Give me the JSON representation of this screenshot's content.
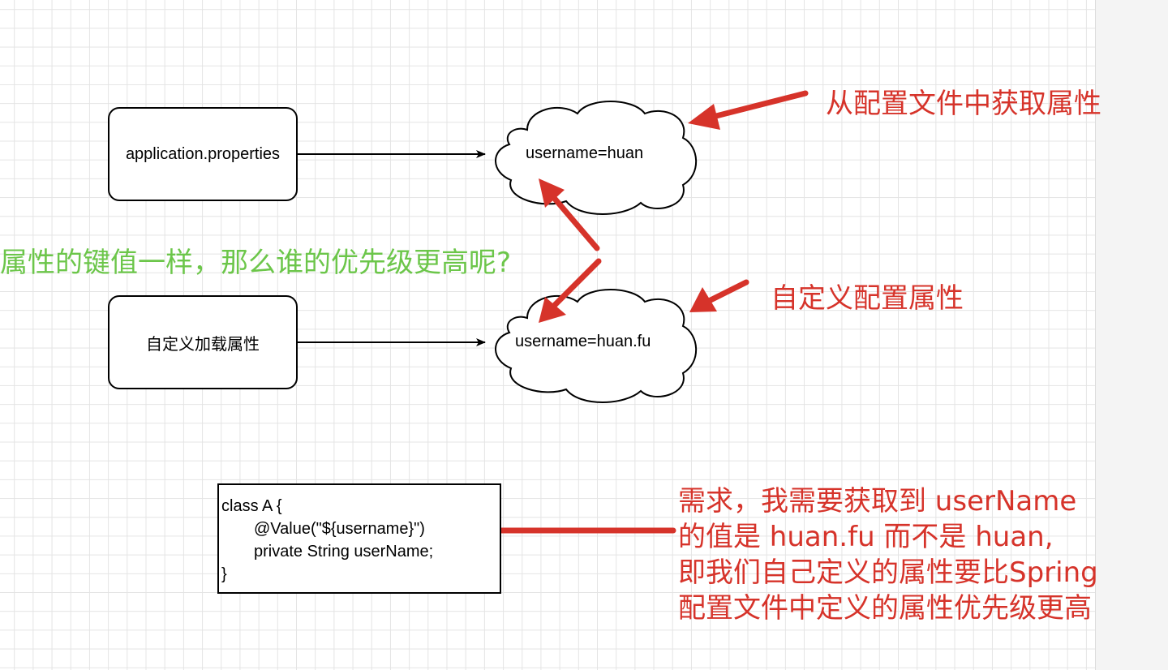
{
  "diagram": {
    "nodes": {
      "application_properties": "application.properties",
      "custom_loaded_properties": "自定义加载属性",
      "cloud_default": "username=huan",
      "cloud_custom": "username=huan.fu"
    },
    "code_block": {
      "lines": [
        "class A {",
        "@Value(\"${username}\")",
        "private String userName;",
        "}"
      ]
    },
    "annotations": {
      "get_from_config": "从配置文件中获取属性",
      "custom_config": "自定义配置属性",
      "question": "属性的键值一样，那么谁的优先级更高呢?",
      "requirement_lines": [
        "需求，我需要获取到 userName",
        "的值是 huan.fu 而不是 huan,",
        "即我们自己定义的属性要比Spring",
        "配置文件中定义的属性优先级更高"
      ]
    },
    "colors": {
      "annotation_red": "#d6332a",
      "question_green": "#6cc64a",
      "stroke": "#000000"
    }
  }
}
